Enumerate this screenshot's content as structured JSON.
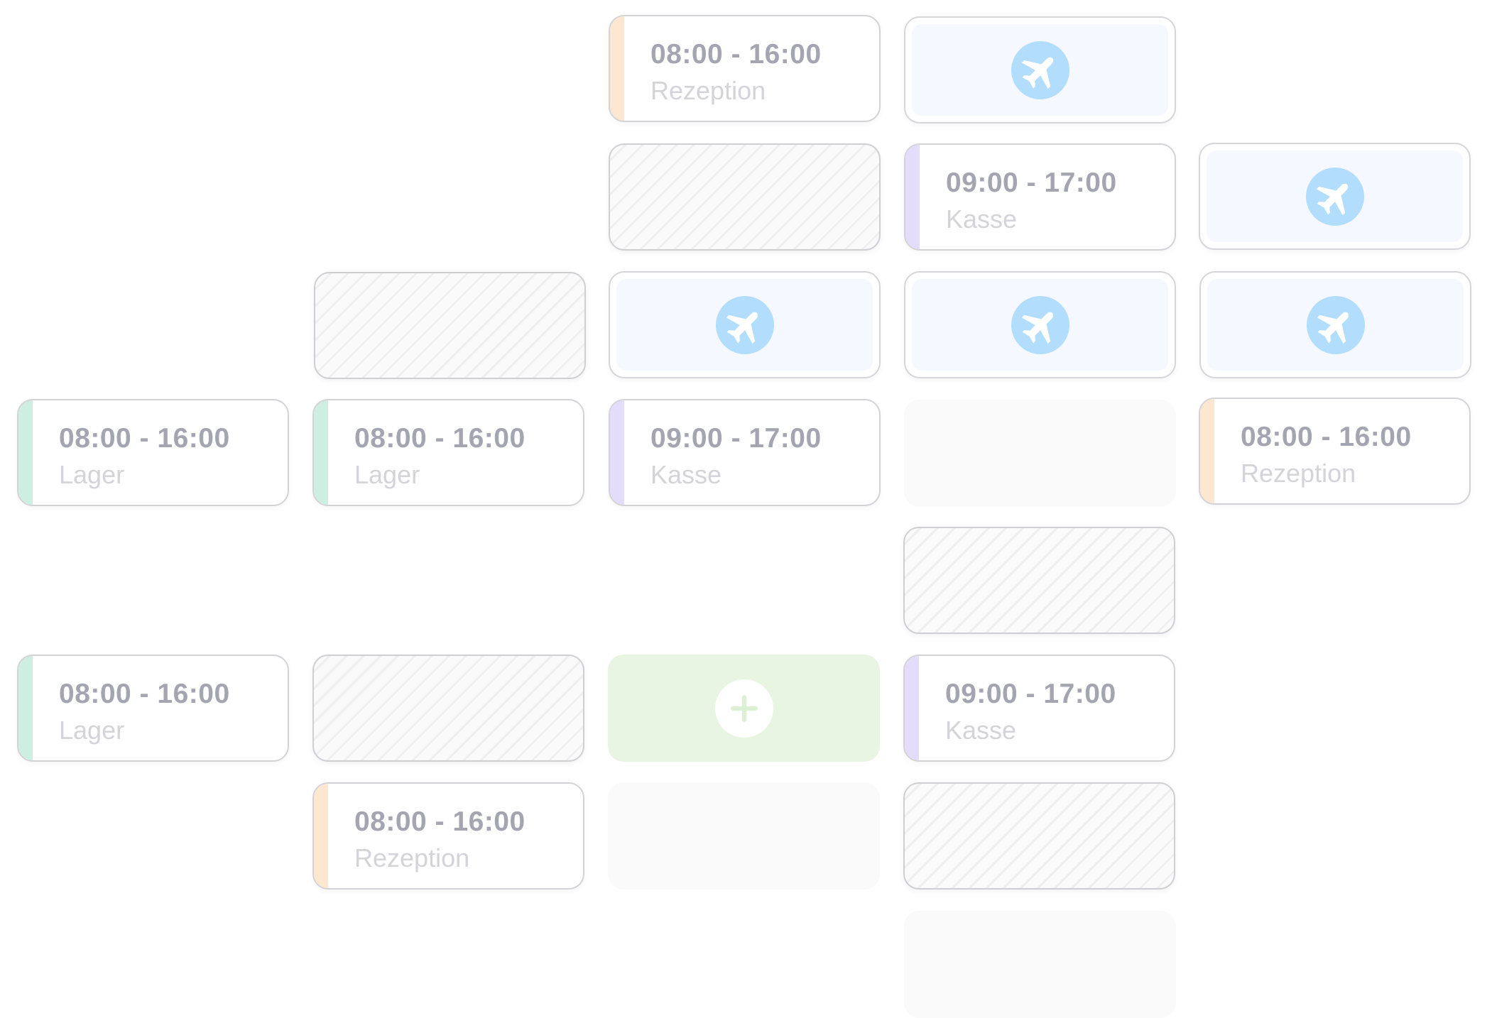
{
  "colors": {
    "lager": "#cdeee0",
    "kasse": "#e3dcfb",
    "rezeption": "#fde7d1",
    "vacation_icon": "#b2ddfd",
    "add_bg": "#e8f5e2"
  },
  "icons": {
    "vacation": "airplane-icon",
    "add": "plus-icon"
  },
  "shifts": {
    "s1": {
      "time": "08:00 - 16:00",
      "role": "Rezeption"
    },
    "s2": {
      "time": "09:00 - 17:00",
      "role": "Kasse"
    },
    "s3": {
      "time": "08:00 - 16:00",
      "role": "Lager"
    },
    "s4": {
      "time": "08:00 - 16:00",
      "role": "Lager"
    },
    "s5": {
      "time": "09:00 - 17:00",
      "role": "Kasse"
    },
    "s6": {
      "time": "08:00 - 16:00",
      "role": "Rezeption"
    },
    "s7": {
      "time": "08:00 - 16:00",
      "role": "Lager"
    },
    "s8": {
      "time": "09:00 - 17:00",
      "role": "Kasse"
    },
    "s9": {
      "time": "08:00 - 16:00",
      "role": "Rezeption"
    }
  }
}
